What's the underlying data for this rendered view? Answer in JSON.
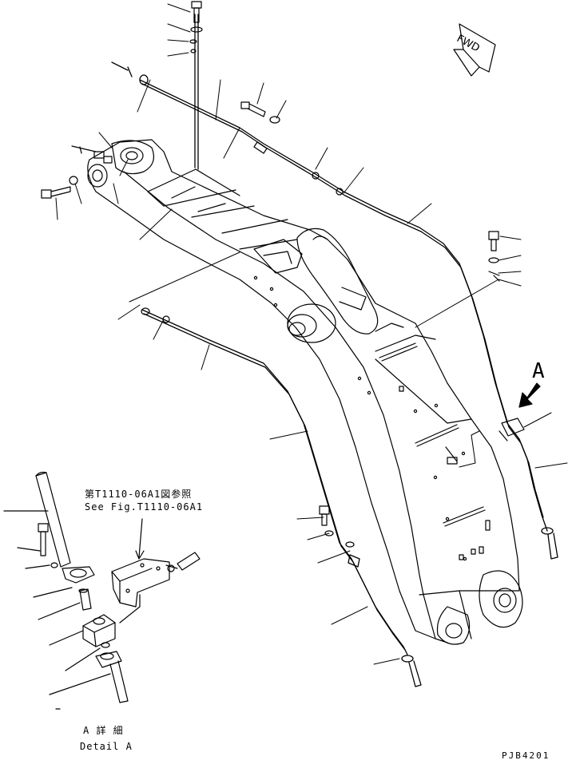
{
  "diagram": {
    "fwd_label": "FWD",
    "view_marker": "A",
    "reference_jp": "第T1110-06A1図参照",
    "reference_en": "See Fig.T1110-06A1",
    "detail_jp": "A 詳 細",
    "detail_en": "Detail A",
    "drawing_code": "PJB4201"
  }
}
